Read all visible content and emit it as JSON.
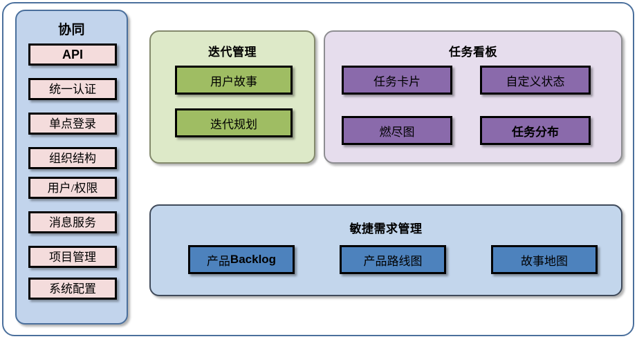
{
  "theme": {
    "page_background": "#ffffff",
    "outer_frame_border": "#4a6f9c",
    "sidebar_fill": "#c2d4ec",
    "sidebar_item_fill": "#f4dcdc",
    "iteration_fill": "#dde9c8",
    "iteration_item_fill": "#9fbd63",
    "taskboard_fill": "#e6dded",
    "taskboard_item_fill": "#8a6aab",
    "agile_fill": "#c3d6ec",
    "agile_item_fill": "#4d82bd",
    "item_border": "#000000"
  },
  "sidebar": {
    "title": "协同",
    "items": [
      {
        "label": "API"
      },
      {
        "label": "统一认证"
      },
      {
        "label": "单点登录"
      },
      {
        "label": "组织结构"
      },
      {
        "label": "用户/权限"
      },
      {
        "label": "消息服务"
      },
      {
        "label": "项目管理"
      },
      {
        "label": "系统配置"
      }
    ]
  },
  "iteration": {
    "title": "迭代管理",
    "items": [
      {
        "label": "用户故事"
      },
      {
        "label": "迭代规划"
      }
    ]
  },
  "taskboard": {
    "title": "任务看板",
    "items": [
      {
        "label": "任务卡片"
      },
      {
        "label": "自定义状态"
      },
      {
        "label": "燃尽图"
      },
      {
        "label": "任务分布"
      }
    ]
  },
  "agile": {
    "title": "敏捷需求管理",
    "items": [
      {
        "label": "产品Backlog",
        "prefix": "产品",
        "latin": "Backlog"
      },
      {
        "label": "产品路线图"
      },
      {
        "label": "故事地图"
      }
    ]
  }
}
